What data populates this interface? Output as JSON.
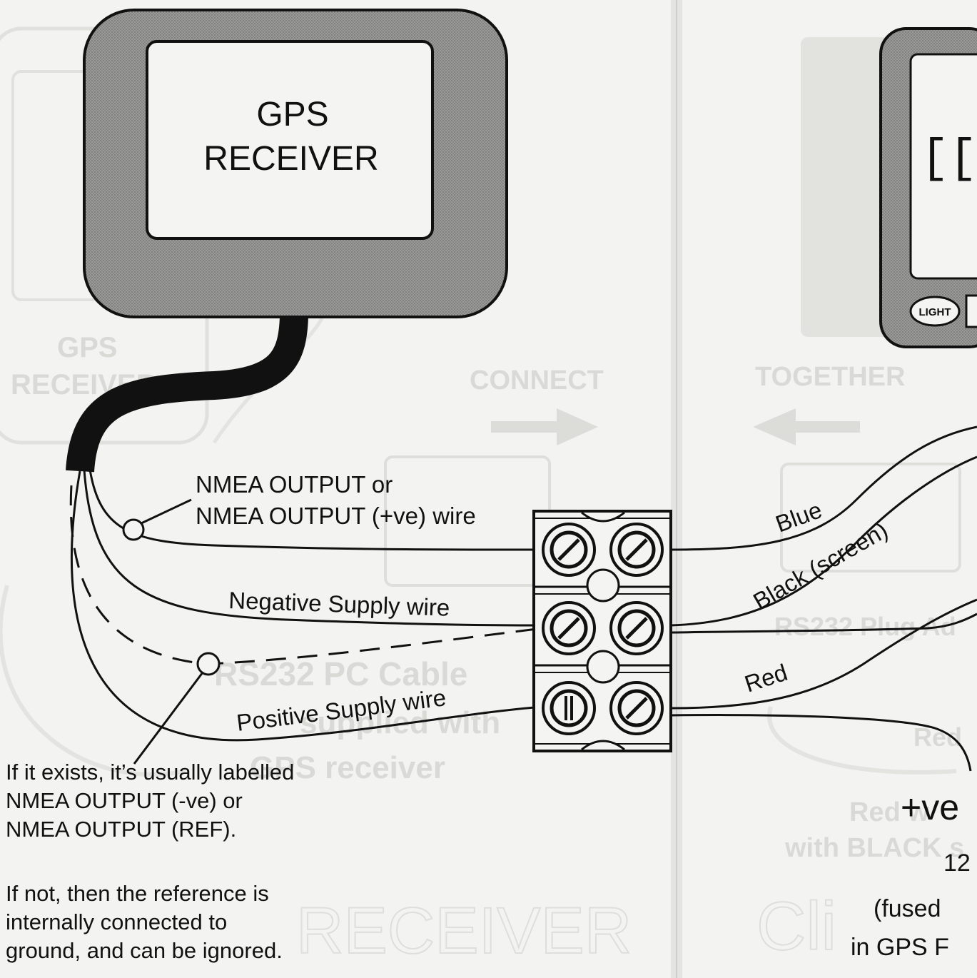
{
  "receiver": {
    "title_line1": "GPS",
    "title_line2": "RECEIVER"
  },
  "wires": {
    "nmea_line1": "NMEA OUTPUT  or",
    "nmea_line2": "NMEA OUTPUT (+ve) wire",
    "negative": "Negative Supply wire",
    "positive": "Positive Supply wire"
  },
  "instrument_wires": {
    "blue": "Blue",
    "black": "Black (screen)",
    "red": "Red"
  },
  "display": {
    "lcd_text": "[[",
    "light_button": "LIGHT"
  },
  "reference_note": {
    "line1": "If it exists, it’s usually labelled",
    "line2": "NMEA OUTPUT (-ve)  or",
    "line3": "NMEA OUTPUT (REF).",
    "line4": "If not, then the reference is",
    "line5": "internally connected to",
    "line6": "ground, and can be ignored."
  },
  "right_partial": {
    "plus_ve": "+ve",
    "volts": "12",
    "fused": "(fused",
    "in_gps": "in GPS F"
  },
  "ghost_text": {
    "gps_rec_1": "GPS",
    "gps_rec_2": "RECEIVER",
    "connect": "CONNECT",
    "together": "TOGETHER",
    "rs232_cable": "RS232 PC Cable",
    "supplied_with": "supplied with",
    "gps_receiver": "GPS receiver",
    "rs232_plug": "RS232 Plug Ad",
    "red_wire": "Red w",
    "with_black": "with BLACK s",
    "receiver_big": "RECEIVER",
    "clipper": "Cli",
    "red_right": "Red"
  }
}
